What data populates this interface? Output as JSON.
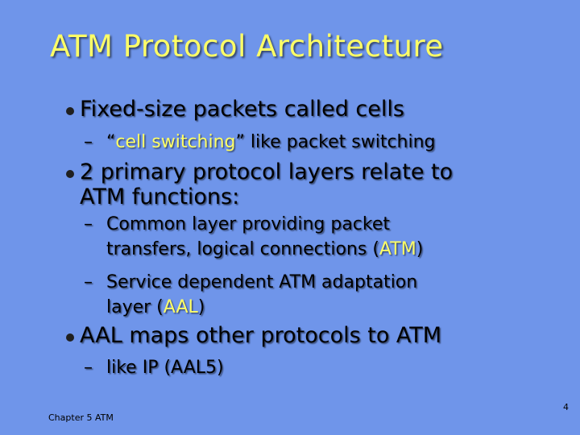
{
  "slide": {
    "title": "ATM Protocol Architecture",
    "bullets": [
      {
        "text": "Fixed-size packets called cells",
        "subs": [
          {
            "prefix": "“",
            "highlight": "cell switching",
            "suffix": "” like packet switching"
          }
        ]
      },
      {
        "line1": "2 primary protocol layers relate to",
        "line2": "ATM functions:",
        "subs": [
          {
            "line1": "Common layer providing packet",
            "line2_prefix": "transfers, logical connections (",
            "highlight": "ATM",
            "line2_suffix": ")"
          },
          {
            "line1": "Service dependent ATM adaptation",
            "line2_prefix": "layer (",
            "highlight": "AAL",
            "line2_suffix": ")"
          }
        ]
      },
      {
        "text": "AAL maps other protocols to ATM",
        "subs": [
          {
            "text": "like IP (AAL5)"
          }
        ]
      }
    ],
    "dash": "–",
    "footer": "Chapter 5 ATM",
    "page_number": "4"
  },
  "colors": {
    "background": "#6f95ea",
    "title": "#ffff66",
    "highlight": "#ffff66",
    "text": "#000000"
  }
}
